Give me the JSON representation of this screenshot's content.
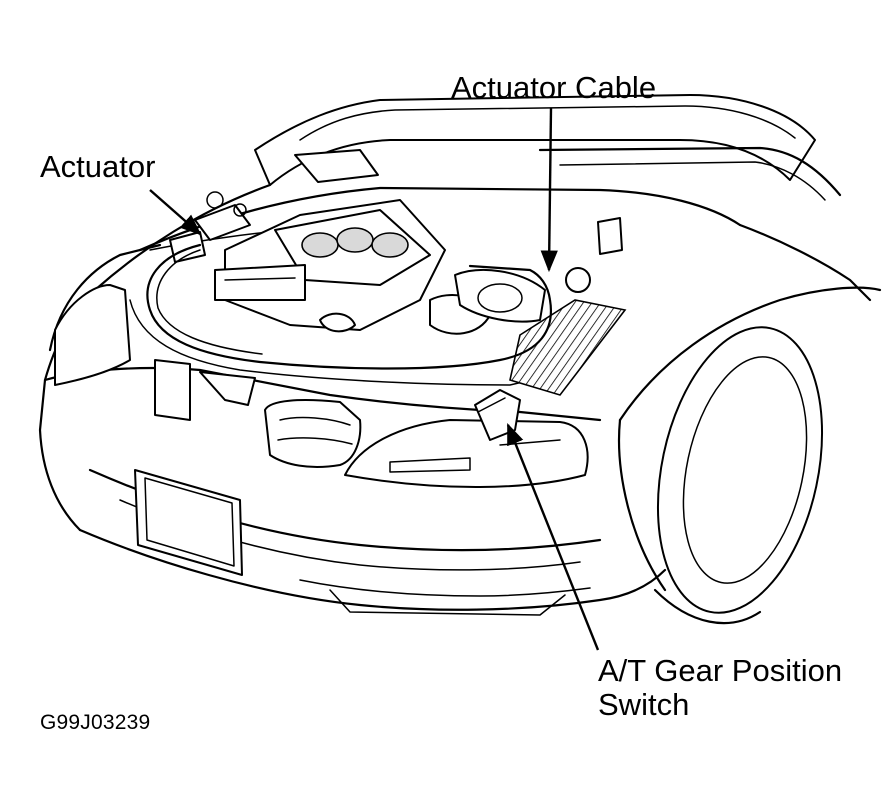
{
  "labels": {
    "actuator": "Actuator",
    "actuator_cable": "Actuator Cable",
    "at_switch_line1": "A/T Gear Position",
    "at_switch_line2": "Switch",
    "figure_code": "G99J03239"
  }
}
